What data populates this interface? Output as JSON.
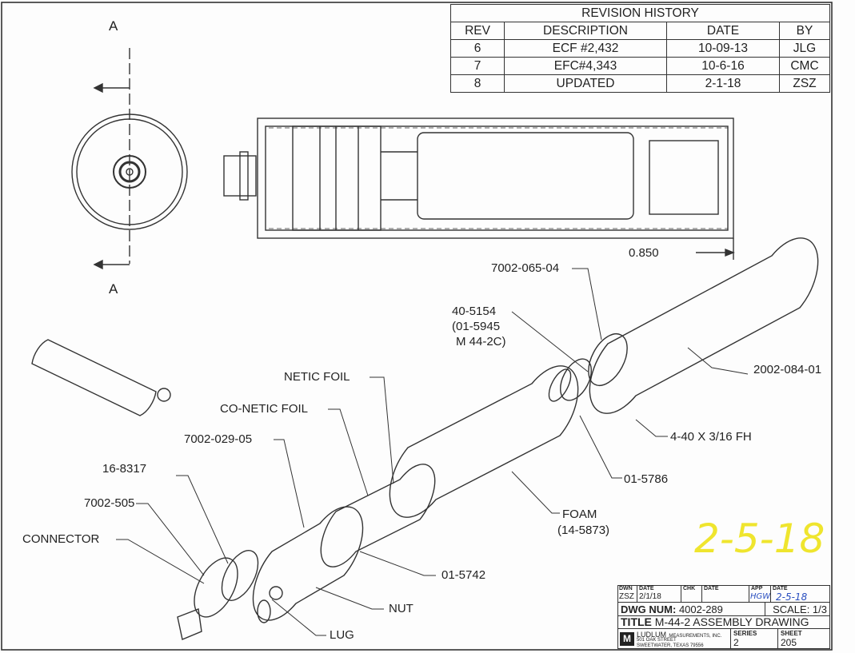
{
  "revision_history": {
    "title": "REVISION HISTORY",
    "headers": [
      "REV",
      "DESCRIPTION",
      "DATE",
      "BY"
    ],
    "rows": [
      [
        "6",
        "ECF #2,432",
        "10-09-13",
        "JLG"
      ],
      [
        "7",
        "EFC#4,343",
        "10-6-16",
        "CMC"
      ],
      [
        "8",
        "UPDATED",
        "2-1-18",
        "ZSZ"
      ]
    ]
  },
  "section_labels": {
    "top": "A",
    "bottom": "A"
  },
  "dimension": "0.850",
  "callouts": {
    "c1": "7002-065-04",
    "c2a": "40-5154",
    "c2b": "(01-5945",
    "c2c": "M 44-2C)",
    "c3": "2002-084-01",
    "c4": "NETIC FOIL",
    "c5": "CO-NETIC FOIL",
    "c6": "4-40 X 3/16 FH",
    "c7": "7002-029-05",
    "c8": "16-8317",
    "c9": "01-5786",
    "c10": "7002-505",
    "c11a": "FOAM",
    "c11b": "(14-5873)",
    "c12": "CONNECTOR",
    "c13": "01-5742",
    "c14": "NUT",
    "c15": "LUG"
  },
  "handwritten_date": "2-5-18",
  "title_block": {
    "dwn_label": "DWN",
    "dwn_value": "ZSZ",
    "date_label": "DATE",
    "date_value": "2/1/18",
    "chk_label": "CHK",
    "chk_date_label": "DATE",
    "app_label": "APP",
    "app_value": "HGW",
    "app_date_label": "DATE",
    "app_date_value": "2-5-18",
    "dwg_num_label": "DWG NUM:",
    "dwg_num": "4002-289",
    "scale": "SCALE: 1/3",
    "title_label": "TITLE",
    "title": "M-44-2 ASSEMBLY DRAWING",
    "company": "LUDLUM",
    "company_suffix": "MEASUREMENTS, INC.",
    "address1": "501 OAK STREET",
    "address2": "SWEETWATER, TEXAS 79556",
    "series_label": "SERIES",
    "series": "2",
    "sheet_label": "SHEET",
    "sheet": "205"
  },
  "colors": {
    "ink": "#222222",
    "highlight": "#f0e632",
    "pen": "#2a4fc0"
  }
}
